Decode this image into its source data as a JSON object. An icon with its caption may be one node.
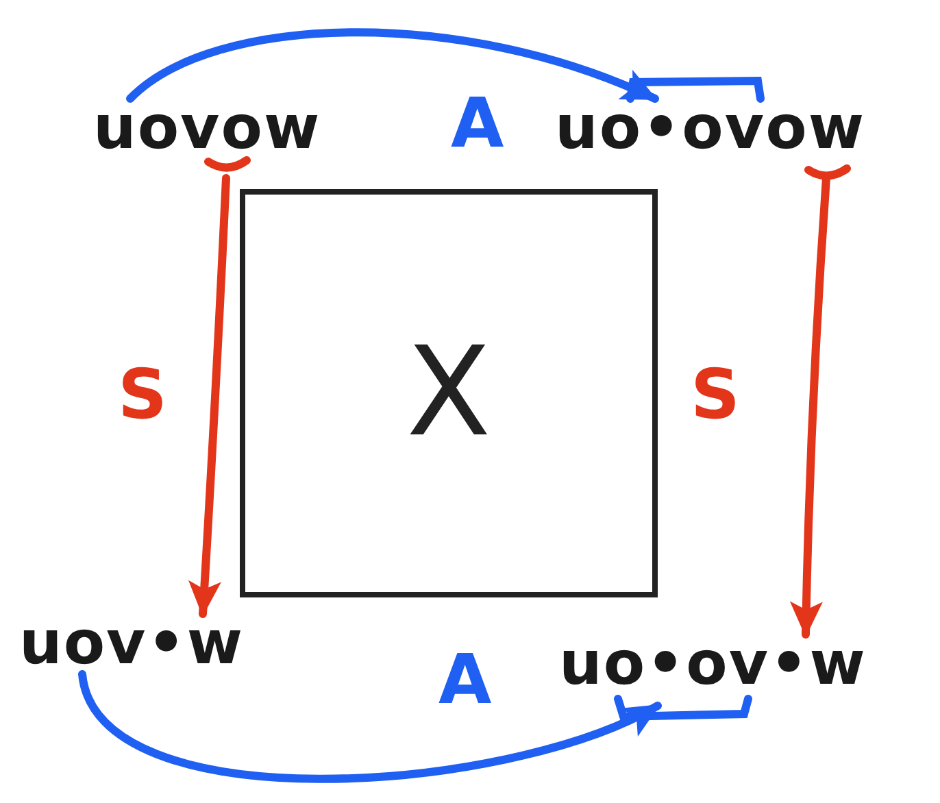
{
  "diagram": {
    "nodes": [
      {
        "text": [
          "uovow"
        ]
      },
      {
        "text": [
          "uo•ovow"
        ]
      },
      {
        "text": [
          "uov•w"
        ]
      },
      {
        "text": [
          "uo•ov•w"
        ]
      },
      {
        "text": [
          "X"
        ]
      }
    ],
    "edges": [
      {
        "from": 0,
        "to": 1,
        "arrow": "to",
        "label": "A",
        "color": "#1f5ff2"
      },
      {
        "from": 0,
        "to": 2,
        "arrow": "to",
        "label": "S",
        "color": "#e2351a"
      },
      {
        "from": 1,
        "to": 3,
        "arrow": "to",
        "label": "S",
        "color": "#e2351a"
      },
      {
        "from": 2,
        "to": 3,
        "arrow": "to",
        "label": "A",
        "color": "#1f5ff2"
      }
    ]
  }
}
